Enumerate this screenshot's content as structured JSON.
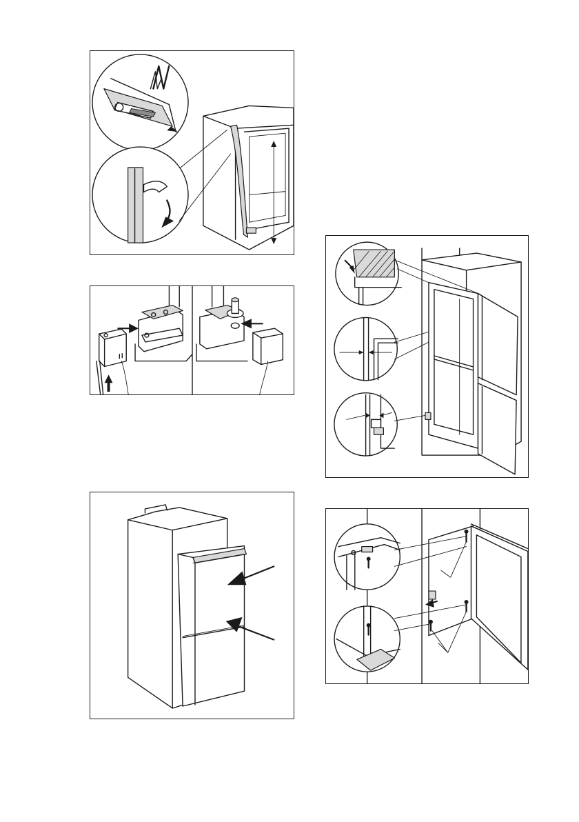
{
  "page": {
    "figures": [
      {
        "id": "fig1",
        "icon": "sealing-strip-installation"
      },
      {
        "id": "fig2",
        "icon": "hinge-cover-installation"
      },
      {
        "id": "fig3",
        "icon": "push-appliance-into-niche"
      },
      {
        "id": "fig4",
        "icon": "door-alignment-check"
      },
      {
        "id": "fig5",
        "icon": "door-fixing-screws"
      }
    ]
  },
  "colors": {
    "line": "#1a1a1a",
    "shade": "#d9d9d9",
    "dark_shade": "#8c8c8c",
    "background": "#ffffff"
  }
}
